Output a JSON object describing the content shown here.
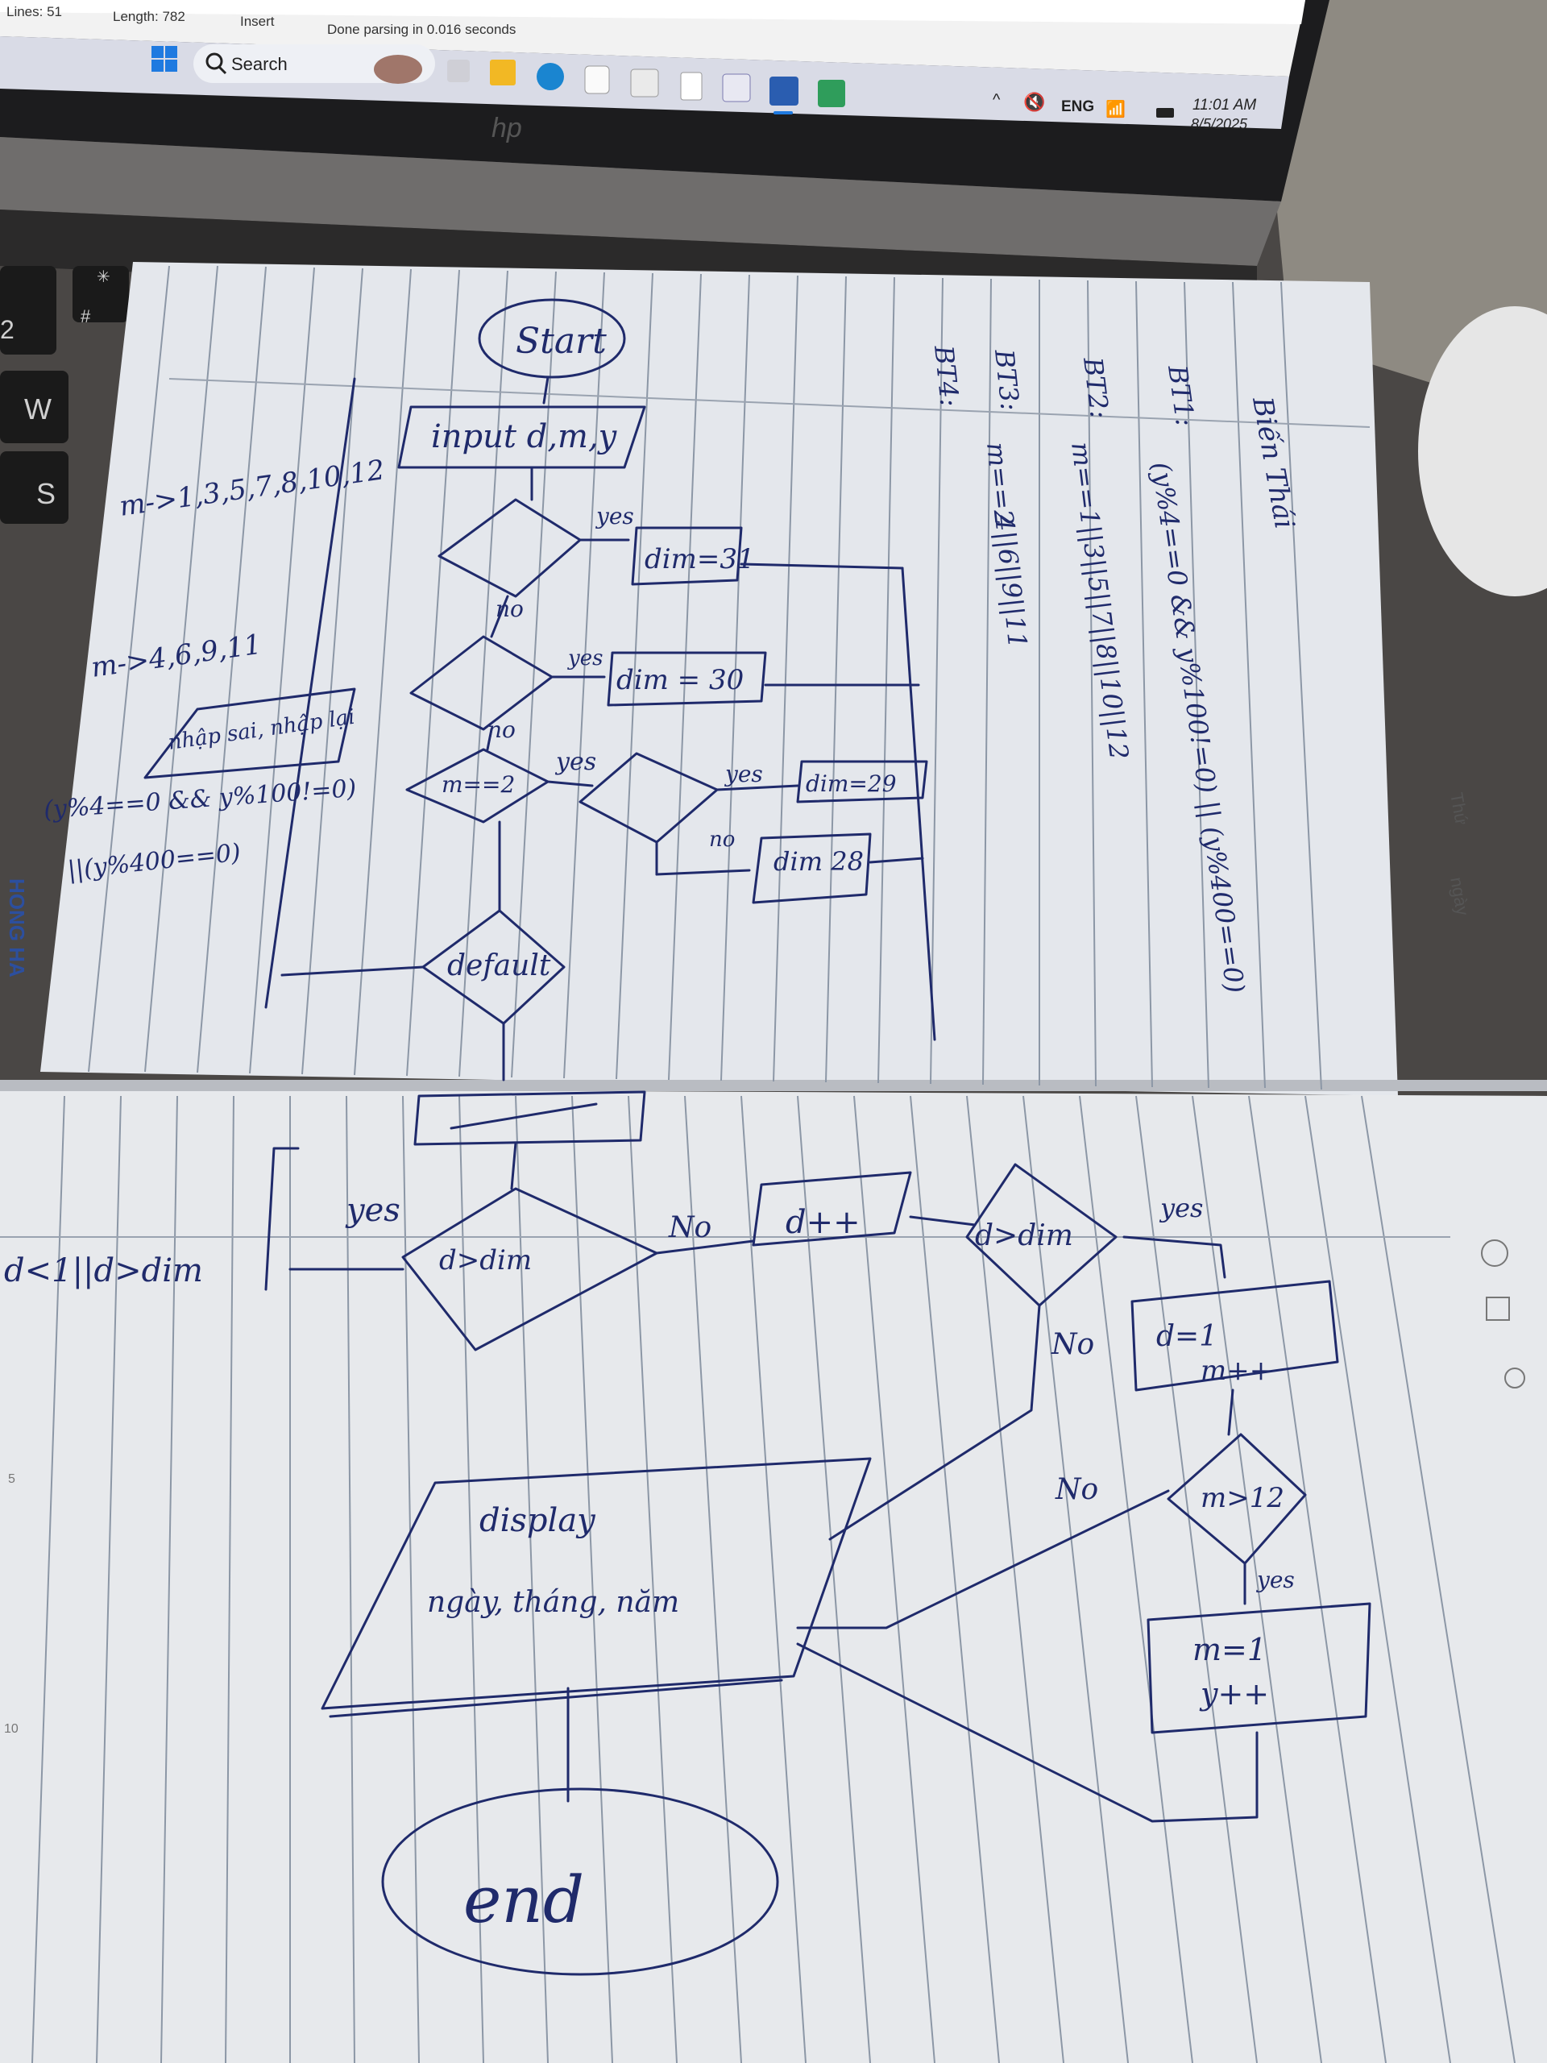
{
  "editor_status": {
    "lines": "Lines:  51",
    "length": "Length:  782",
    "mode": "Insert",
    "parse_msg": "Done parsing in 0.016 seconds"
  },
  "taskbar": {
    "search_label": "Search",
    "language": "ENG",
    "time": "11:01 AM",
    "date": "8/5/2025"
  },
  "laptop": {
    "brand": "hp"
  },
  "keyboard": {
    "keys": [
      "2",
      "W",
      "S"
    ],
    "symbol_keys": [
      "#",
      "✳"
    ]
  },
  "notebook": {
    "brand": "HONG HA",
    "header_labels": [
      "Thứ",
      "ngày"
    ],
    "top_page": {
      "title": "Biến Thái",
      "bt_labels": [
        "BT1:",
        "BT2:",
        "BT3:",
        "BT4:"
      ],
      "bt1_text": "(y%4==0 && y%100!=0) || (y%400==0)",
      "bt2_text": "m==1||3||5||7||8||10||12",
      "bt3_text": "m==2",
      "bt3_extra": "4||6||9||11",
      "flow_start": "Start",
      "flow_input": "input d,m,y",
      "flow_dim31": "dim=31",
      "flow_dim30": "dim = 30",
      "flow_dim29": "dim=29",
      "flow_dim28": "dim 28",
      "flow_mequal2": "m==2",
      "flow_default": "default",
      "flow_no": "no",
      "flow_yes": "yes",
      "note_months31": "m->1,3,5,7,8,10,12",
      "note_months30": "m->4,6,9,11",
      "note_reenter": "nhập sai, nhập lại",
      "note_leap": "(y%4==0 && y%100!=0)",
      "note_leap2": "||(y%400==0)"
    },
    "bottom_page": {
      "side_condition": "d<1||d>dim",
      "diamond_main": "d>dim",
      "box_dpp": "d++",
      "diamond_right": "d>dim",
      "box_reset": "d=1",
      "box_reset2": "m++",
      "diamond_m": "m>12",
      "box_year": "m=1",
      "box_year2": "y++",
      "display_line1": "display",
      "display_line2": "ngày, tháng, năm",
      "end": "end",
      "yes": "yes",
      "no": "No",
      "no2": "No",
      "margin_nums": [
        "5",
        "10"
      ]
    }
  }
}
